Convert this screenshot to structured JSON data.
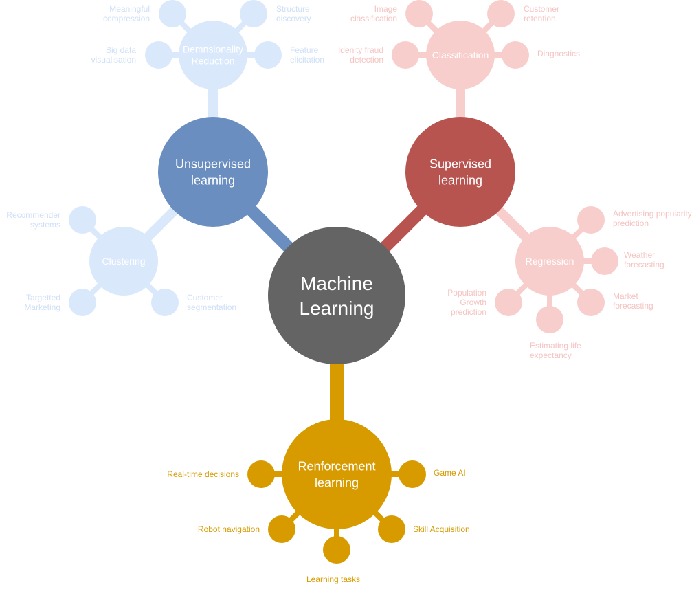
{
  "colors": {
    "center": "#646464",
    "unsupervised": "#6a8ebf",
    "unsupervised_light": "#dae8fc",
    "supervised": "#b85450",
    "supervised_light": "#f8cecc",
    "reinforcement": "#d79b00",
    "label_light_blue": "#cfe0f6",
    "label_light_red": "#f4c4c2",
    "white": "#ffffff"
  },
  "center": {
    "label": [
      "Machine",
      "Learning"
    ]
  },
  "unsupervised": {
    "label": [
      "Unsupervised",
      "learning"
    ],
    "dimensionality": {
      "label": [
        "Demnsionality",
        "Reduction"
      ],
      "leaves": [
        {
          "label": [
            "Meaningful",
            "compression"
          ]
        },
        {
          "label": [
            "Structure",
            "discovery"
          ]
        },
        {
          "label": [
            "Big data",
            "visualisation"
          ]
        },
        {
          "label": [
            "Feature",
            "elicitation"
          ]
        }
      ]
    },
    "clustering": {
      "label": [
        "Clustering"
      ],
      "leaves": [
        {
          "label": [
            "Recommender",
            "systems"
          ]
        },
        {
          "label": [
            "Targetted",
            "Marketing"
          ]
        },
        {
          "label": [
            "Customer",
            "segmentation"
          ]
        }
      ]
    }
  },
  "supervised": {
    "label": [
      "Supervised",
      "learning"
    ],
    "classification": {
      "label": [
        "Classification"
      ],
      "leaves": [
        {
          "label": [
            "Image",
            "classification"
          ]
        },
        {
          "label": [
            "Customer",
            "retention"
          ]
        },
        {
          "label": [
            "Idenity fraud",
            "detection"
          ]
        },
        {
          "label": [
            "Diagnostics"
          ]
        }
      ]
    },
    "regression": {
      "label": [
        "Regression"
      ],
      "leaves": [
        {
          "label": [
            "Advertising popularity",
            "prediction"
          ]
        },
        {
          "label": [
            "Weather",
            "forecasting"
          ]
        },
        {
          "label": [
            "Market",
            "forecasting"
          ]
        },
        {
          "label": [
            "Estimating life",
            "expectancy"
          ]
        },
        {
          "label": [
            "Population",
            "Growth",
            "prediction"
          ]
        }
      ]
    }
  },
  "reinforcement": {
    "label": [
      "Renforcement",
      "learning"
    ],
    "leaves": [
      {
        "label": [
          "Real-time decisions"
        ]
      },
      {
        "label": [
          "Game AI"
        ]
      },
      {
        "label": [
          "Robot navigation"
        ]
      },
      {
        "label": [
          "Skill Acquisition"
        ]
      },
      {
        "label": [
          "Learning tasks"
        ]
      }
    ]
  }
}
